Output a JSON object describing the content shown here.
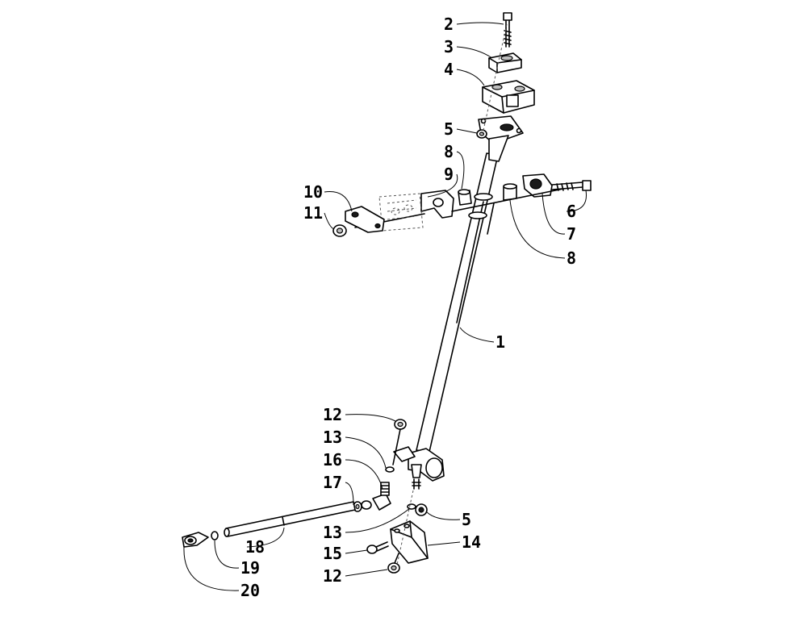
{
  "diagram": {
    "callouts": [
      {
        "id": "c2",
        "text": "2"
      },
      {
        "id": "c3",
        "text": "3"
      },
      {
        "id": "c4",
        "text": "4"
      },
      {
        "id": "c5a",
        "text": "5"
      },
      {
        "id": "c8a",
        "text": "8"
      },
      {
        "id": "c9",
        "text": "9"
      },
      {
        "id": "c10",
        "text": "10"
      },
      {
        "id": "c11",
        "text": "11"
      },
      {
        "id": "c6",
        "text": "6"
      },
      {
        "id": "c7",
        "text": "7"
      },
      {
        "id": "c8b",
        "text": "8"
      },
      {
        "id": "c1",
        "text": "1"
      },
      {
        "id": "c12a",
        "text": "12"
      },
      {
        "id": "c13a",
        "text": "13"
      },
      {
        "id": "c16",
        "text": "16"
      },
      {
        "id": "c17",
        "text": "17"
      },
      {
        "id": "c5b",
        "text": "5"
      },
      {
        "id": "c13b",
        "text": "13"
      },
      {
        "id": "c14",
        "text": "14"
      },
      {
        "id": "c18",
        "text": "18"
      },
      {
        "id": "c15",
        "text": "15"
      },
      {
        "id": "c19",
        "text": "19"
      },
      {
        "id": "c12b",
        "text": "12"
      },
      {
        "id": "c20",
        "text": "20"
      }
    ]
  }
}
